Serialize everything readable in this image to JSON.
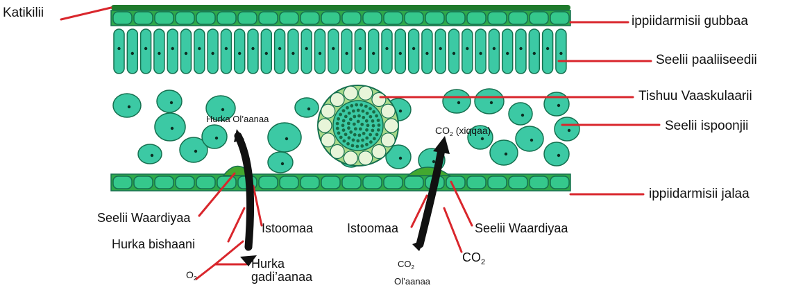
{
  "labels": {
    "cuticle": "Katikilii",
    "upper_epidermis": "ippiidarmisii gubbaa",
    "palisade": "Seelii paaliiseedii",
    "vascular": "Tishuu Vaaskulaarii",
    "spongy": "Seelii ispoonjii",
    "lower_epidermis": "ippiidarmisii jalaa",
    "water_vapor_in": "Hurka Ol’aanaa",
    "co2_prefix": "CO",
    "co2_sub": "2",
    "co2_air_suffix": " (xiqqaa)",
    "guard_left": "Seelii Waardiyaa",
    "stoma_left": "Istoomaa",
    "water_vapor_out": "Hurka bishaani",
    "o2_prefix": "O",
    "o2_sub": "2",
    "vapor_low_line1": "Hurka",
    "vapor_low_line2": "gadi’aanaa",
    "stoma_right": "Istoomaa",
    "guard_right": "Seelii Waardiyaa",
    "co2_bottom_prefix": "CO",
    "co2_bottom_sub": "2",
    "co2_high_prefix": "CO",
    "co2_high_sub": "2",
    "co2_high_suffix": "Ol’aanaa"
  },
  "colors": {
    "cell_fill": "#3cc9a4",
    "cell_stroke": "#15704f",
    "epidermis_band": "#2fa84a",
    "epidermis_cell": "#35c88c",
    "cuticle": "#1f7a2c",
    "guard_cell": "#43a830",
    "leader_line": "#d9262c",
    "arrow": "#111111"
  }
}
